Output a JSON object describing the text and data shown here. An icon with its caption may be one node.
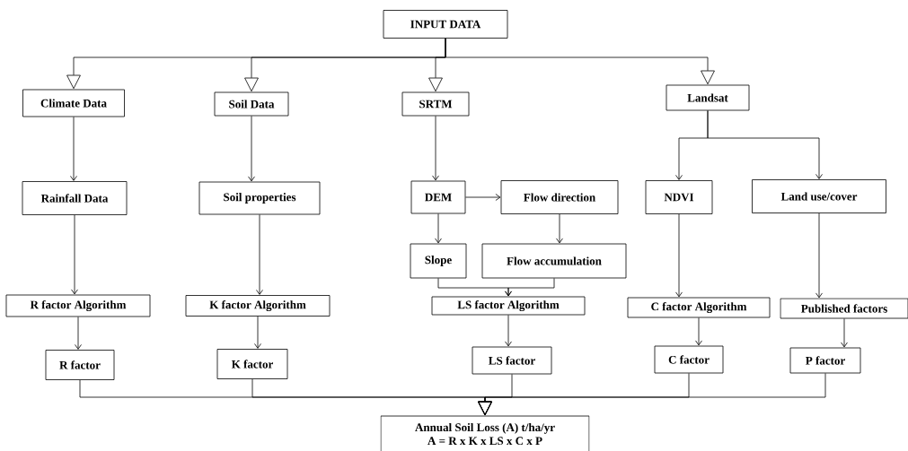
{
  "diagram": {
    "nodes": [
      {
        "text": [
          "INPUT DATA"
        ]
      },
      {
        "text": [
          "Climate Data"
        ]
      },
      {
        "text": [
          "Soil Data"
        ]
      },
      {
        "text": [
          "SRTM"
        ]
      },
      {
        "text": [
          "Landsat"
        ]
      },
      {
        "text": [
          "Rainfall Data"
        ]
      },
      {
        "text": [
          "Soil properties"
        ]
      },
      {
        "text": [
          "DEM"
        ]
      },
      {
        "text": [
          "Flow direction"
        ]
      },
      {
        "text": [
          "NDVI"
        ]
      },
      {
        "text": [
          "Land use/cover"
        ]
      },
      {
        "text": [
          "Slope"
        ]
      },
      {
        "text": [
          "Flow accumulation"
        ]
      },
      {
        "text": [
          "R factor Algorithm"
        ]
      },
      {
        "text": [
          "K factor Algorithm"
        ]
      },
      {
        "text": [
          "LS factor Algorithm"
        ]
      },
      {
        "text": [
          "C factor Algorithm"
        ]
      },
      {
        "text": [
          "Published factors"
        ]
      },
      {
        "text": [
          "R factor"
        ]
      },
      {
        "text": [
          "K factor"
        ]
      },
      {
        "text": [
          "LS factor"
        ]
      },
      {
        "text": [
          "C factor"
        ]
      },
      {
        "text": [
          "P factor"
        ]
      },
      {
        "text": [
          "Annual Soil Loss (A) t/ha/yr",
          "A = R x K x LS x C x P"
        ]
      }
    ],
    "edges": [
      {
        "from": 0,
        "to": 1,
        "arrow": "to"
      },
      {
        "from": 0,
        "to": 2,
        "arrow": "to"
      },
      {
        "from": 0,
        "to": 3,
        "arrow": "to"
      },
      {
        "from": 0,
        "to": 4,
        "arrow": "to"
      },
      {
        "from": 1,
        "to": 5,
        "arrow": "to"
      },
      {
        "from": 5,
        "to": 13,
        "arrow": "to"
      },
      {
        "from": 13,
        "to": 18,
        "arrow": "to"
      },
      {
        "from": 2,
        "to": 6,
        "arrow": "to"
      },
      {
        "from": 6,
        "to": 14,
        "arrow": "to"
      },
      {
        "from": 14,
        "to": 19,
        "arrow": "to"
      },
      {
        "from": 3,
        "to": 7,
        "arrow": "to"
      },
      {
        "from": 7,
        "to": 8,
        "arrow": "to"
      },
      {
        "from": 7,
        "to": 11,
        "arrow": "to"
      },
      {
        "from": 8,
        "to": 12,
        "arrow": "to"
      },
      {
        "from": 11,
        "to": 15,
        "arrow": "to"
      },
      {
        "from": 12,
        "to": 15,
        "arrow": "to"
      },
      {
        "from": 15,
        "to": 20,
        "arrow": "to"
      },
      {
        "from": 4,
        "to": 9,
        "arrow": "to"
      },
      {
        "from": 4,
        "to": 10,
        "arrow": "to"
      },
      {
        "from": 9,
        "to": 16,
        "arrow": "to"
      },
      {
        "from": 16,
        "to": 21,
        "arrow": "to"
      },
      {
        "from": 10,
        "to": 17,
        "arrow": "to"
      },
      {
        "from": 17,
        "to": 22,
        "arrow": "to"
      },
      {
        "from": 18,
        "to": 23,
        "arrow": "to"
      },
      {
        "from": 19,
        "to": 23,
        "arrow": "to"
      },
      {
        "from": 20,
        "to": 23,
        "arrow": "to"
      },
      {
        "from": 21,
        "to": 23,
        "arrow": "to"
      },
      {
        "from": 22,
        "to": 23,
        "arrow": "to"
      }
    ]
  }
}
